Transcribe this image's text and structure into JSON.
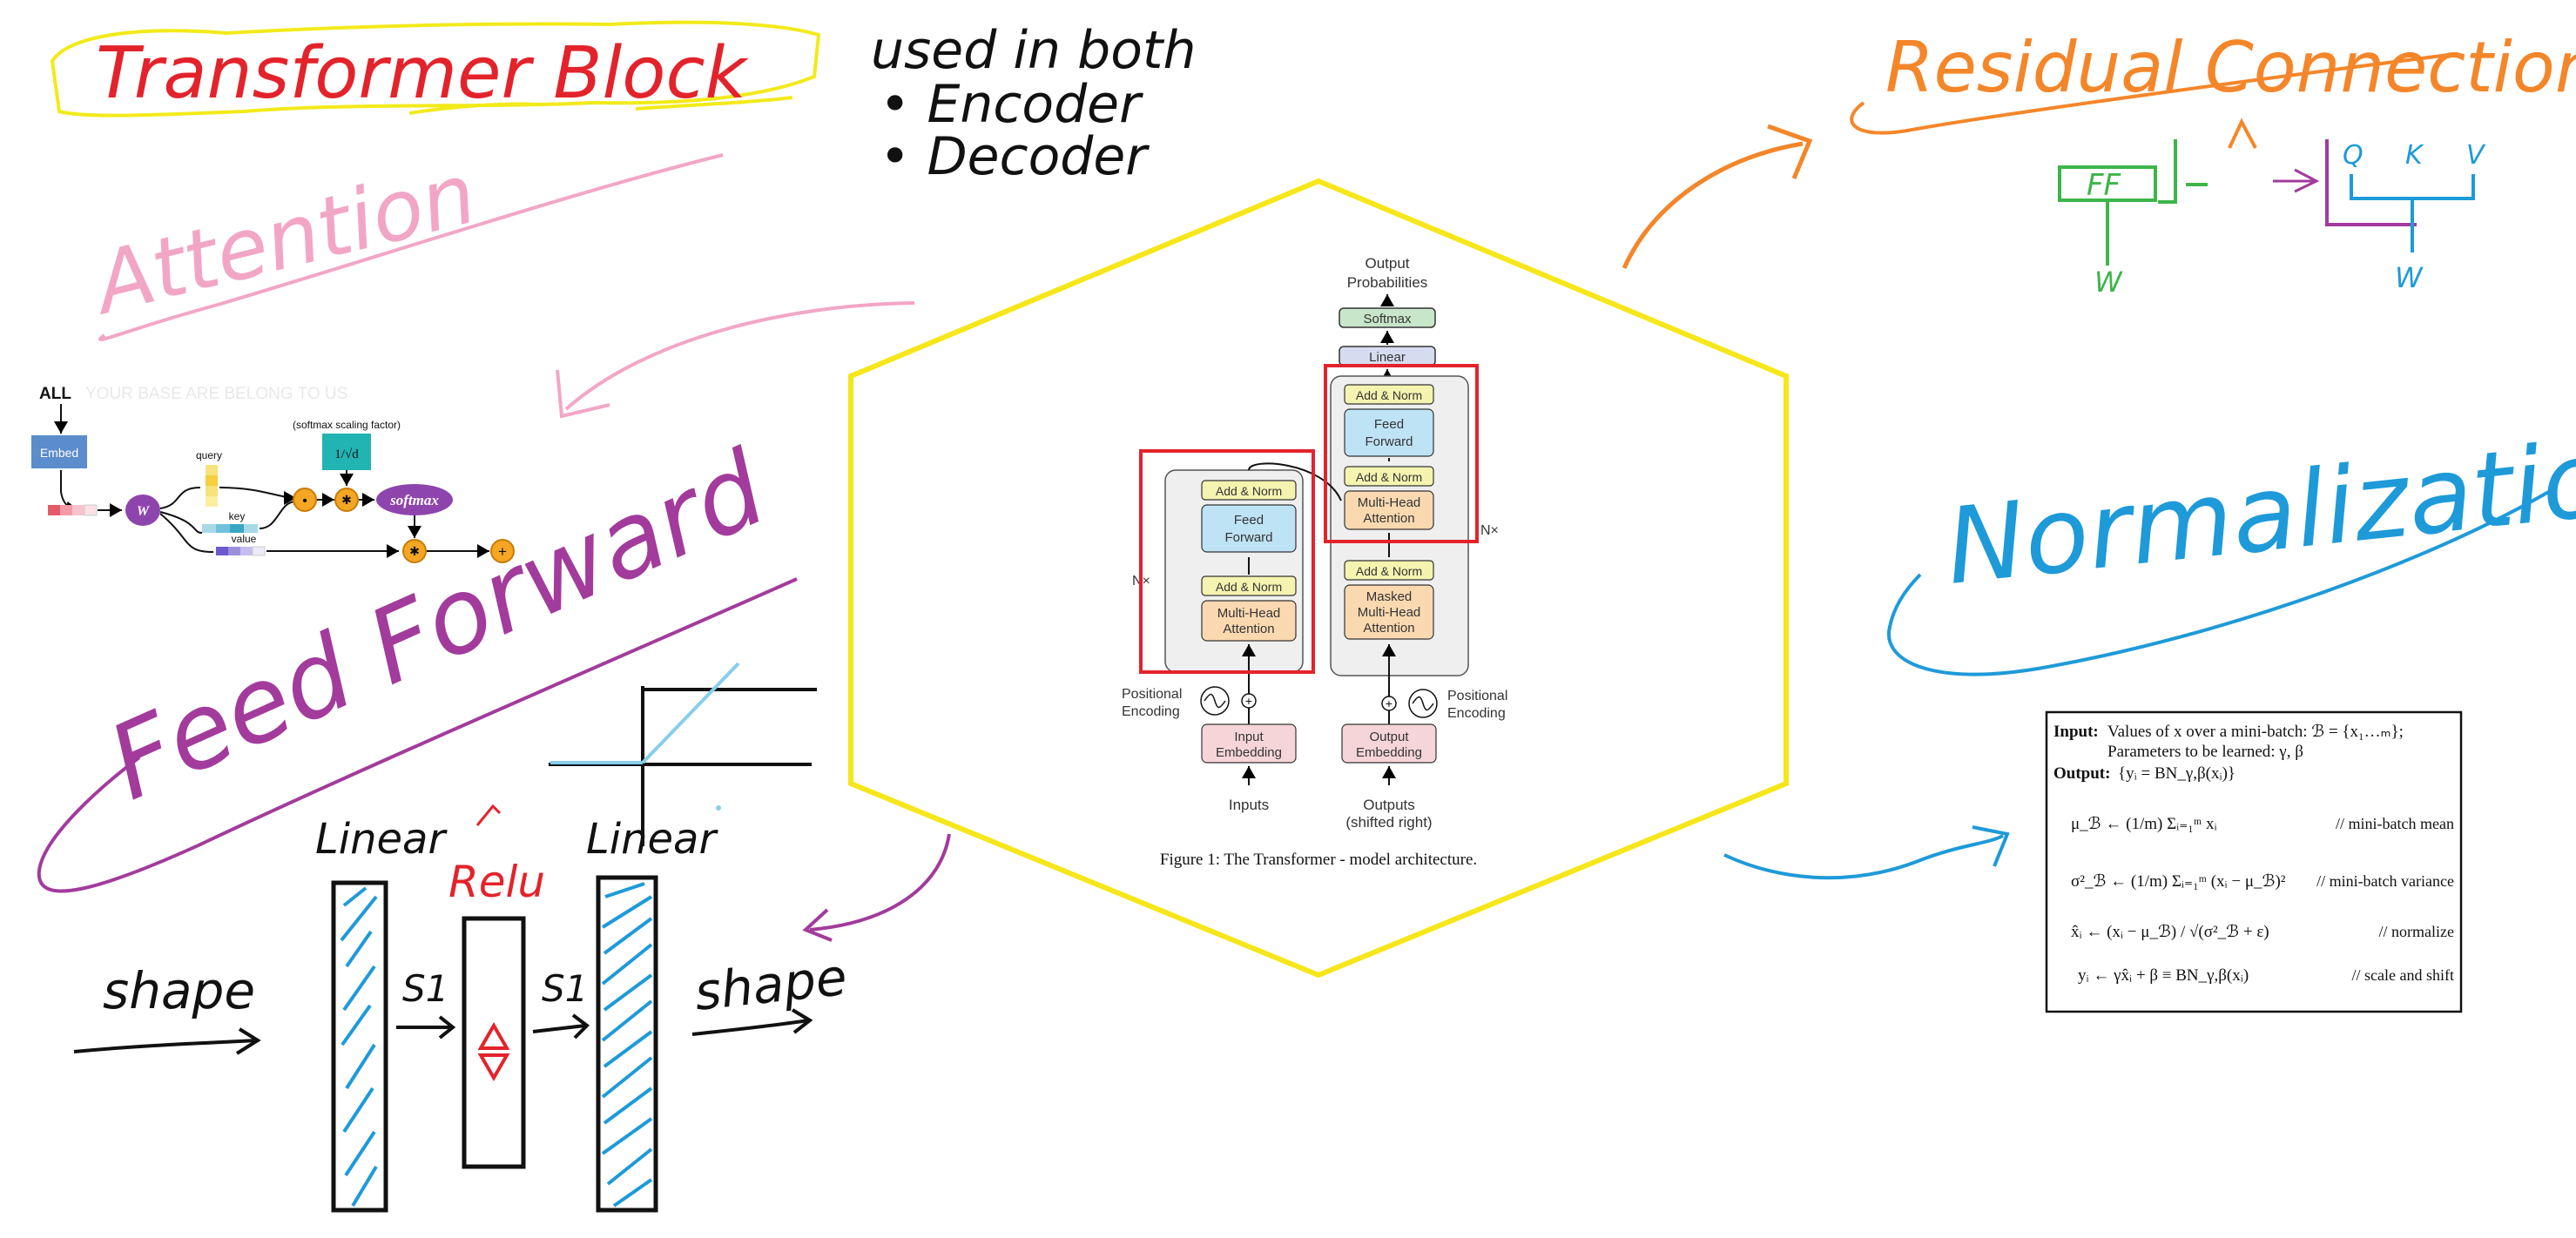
{
  "notes": {
    "title": "Transformer Block",
    "used_in_line": "used in both",
    "bullet_encoder": "• Encoder",
    "bullet_decoder": "• Decoder",
    "attention": "Attention",
    "residual": "Residual Connection",
    "normalization": "Normalization",
    "feed_forward": "Feed Forward",
    "linear_left": "Linear",
    "relu": "Relu",
    "linear_right": "Linear",
    "shape_left": "shape",
    "shape_right": "shape",
    "s1_left": "S1",
    "s1_right": "S1",
    "ff_box": "FF",
    "w_left": "W",
    "w_right": "W",
    "q": "Q",
    "k": "K",
    "v": "V"
  },
  "attention_diagram": {
    "all": "ALL",
    "faded": "YOUR BASE ARE BELONG TO US",
    "embed": "Embed",
    "w": "W",
    "query": "query",
    "key": "key",
    "value": "value",
    "scaling": "(softmax scaling factor)",
    "sqrt": "1/√d",
    "softmax": "softmax",
    "dot": "•",
    "times": "✱",
    "plus": "+"
  },
  "transformer": {
    "output_probabilities_1": "Output",
    "output_probabilities_2": "Probabilities",
    "softmax": "Softmax",
    "linear": "Linear",
    "add_norm": "Add & Norm",
    "feed_forward_1": "Feed",
    "feed_forward_2": "Forward",
    "multi_head_1": "Multi-Head",
    "multi_head_2": "Attention",
    "masked_1": "Masked",
    "masked_2": "Multi-Head",
    "masked_3": "Attention",
    "nx": "N×",
    "positional_1": "Positional",
    "positional_2": "Encoding",
    "input_embedding_1": "Input",
    "input_embedding_2": "Embedding",
    "output_embedding_1": "Output",
    "output_embedding_2": "Embedding",
    "inputs": "Inputs",
    "outputs_1": "Outputs",
    "outputs_2": "(shifted right)",
    "caption": "Figure 1: The Transformer - model architecture."
  },
  "batchnorm": {
    "input_label": "Input:",
    "input_text": "Values of x over a mini-batch: ℬ = {x₁…ₘ};",
    "params_text": "Parameters to be learned: γ, β",
    "output_label": "Output:",
    "output_text": "{yᵢ = BN_γ,β(xᵢ)}",
    "eq1": "μ_ℬ ← (1/m) Σᵢ₌₁ᵐ xᵢ",
    "eq1_note": "// mini-batch mean",
    "eq2": "σ²_ℬ ← (1/m) Σᵢ₌₁ᵐ (xᵢ − μ_ℬ)²",
    "eq2_note": "// mini-batch variance",
    "eq3": "x̂ᵢ ← (xᵢ − μ_ℬ) / √(σ²_ℬ + ε)",
    "eq3_note": "// normalize",
    "eq4": "yᵢ ← γx̂ᵢ + β ≡ BN_γ,β(xᵢ)",
    "eq4_note": "// scale and shift"
  },
  "colors": {
    "red": "#e3232b",
    "yellow": "#f2ea1a",
    "pink": "#f2a6c6",
    "purple": "#a23b9c",
    "blue": "#1e9ad9",
    "orange": "#f4862a",
    "green": "#3db54a",
    "hex": "#f6e61a"
  }
}
